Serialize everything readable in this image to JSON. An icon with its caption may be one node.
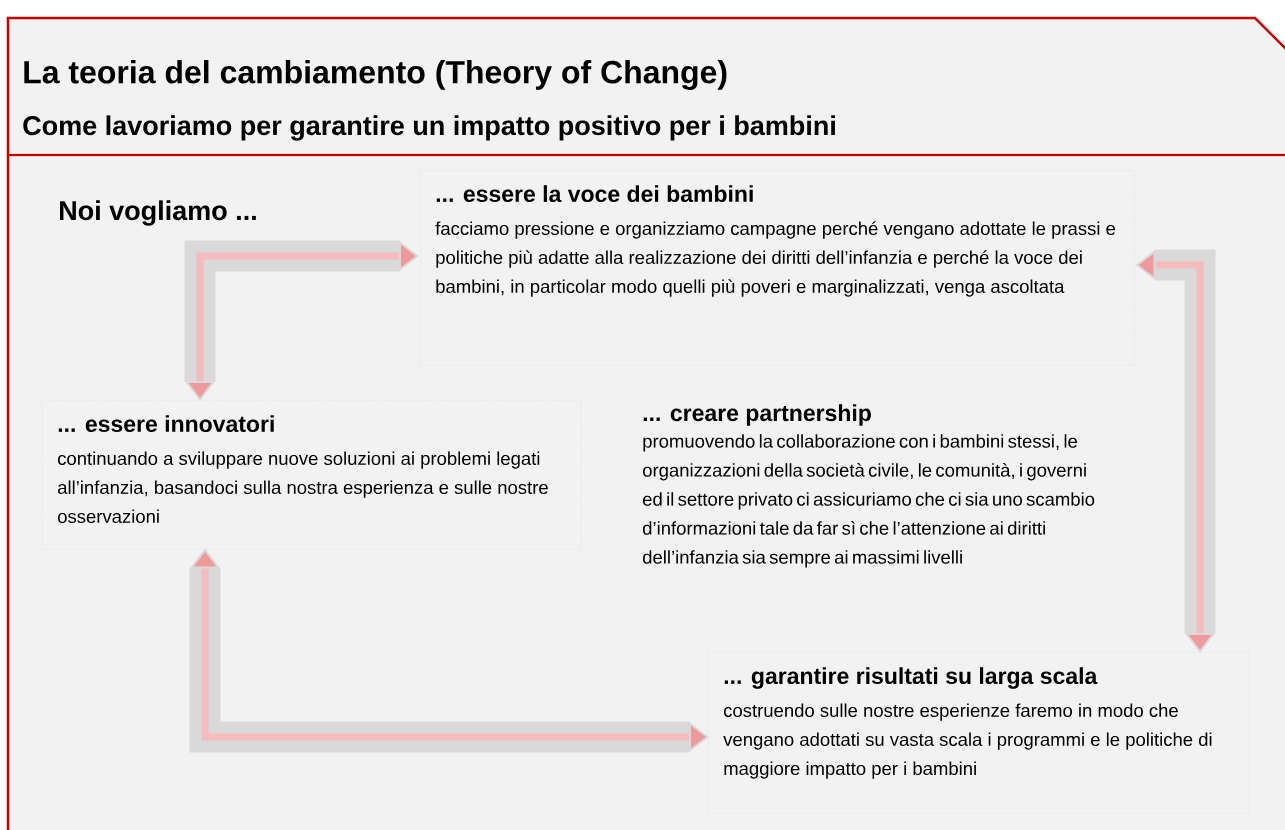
{
  "diagram": {
    "title": "La teoria del cambiamento (Theory of Change)",
    "nodes": [
      {
        "text": [
          "... essere la voce dei bambini",
          "facciamo pressione e organizziamo campagne perché vengano adottate le prassi e politiche più adatte alla realizzazione dei diritti dell’infanzia e perché la voce dei bambini, in particolar modo quelli più poveri e marginalizzati, venga ascoltata"
        ]
      },
      {
        "text": [
          "... essere innovatori",
          "continuando a sviluppare nuove soluzioni ai problemi legati all’infanzia, basandoci sulla nostra esperienza e sulle nostre osservazioni"
        ]
      },
      {
        "text": [
          "... garantire risultati su larga scala",
          "costruendo sulle nostre esperienze faremo in modo che vengano adottati su vasta scala i programmi e le politiche di maggiore impatto per i bambini"
        ]
      }
    ],
    "edges": [
      {
        "from": 0,
        "to": 1,
        "arrow": "both"
      },
      {
        "from": 0,
        "to": 2,
        "arrow": "both"
      },
      {
        "from": 1,
        "to": 2,
        "arrow": "both"
      }
    ],
    "labels": [
      "Come lavoriamo per garantire un impatto positivo per i bambini",
      "Noi vogliamo ...",
      "... creare partnership",
      "promuovendo la collaborazione con i bambini stessi, le organizzazioni della società civile, le comunità, i governi ed il settore privato ci assicuriamo che ci sia uno scambio d’informazioni tale da far sì che l’attenzione ai diritti dell’infanzia sia sempre ai massimi livelli"
    ]
  }
}
